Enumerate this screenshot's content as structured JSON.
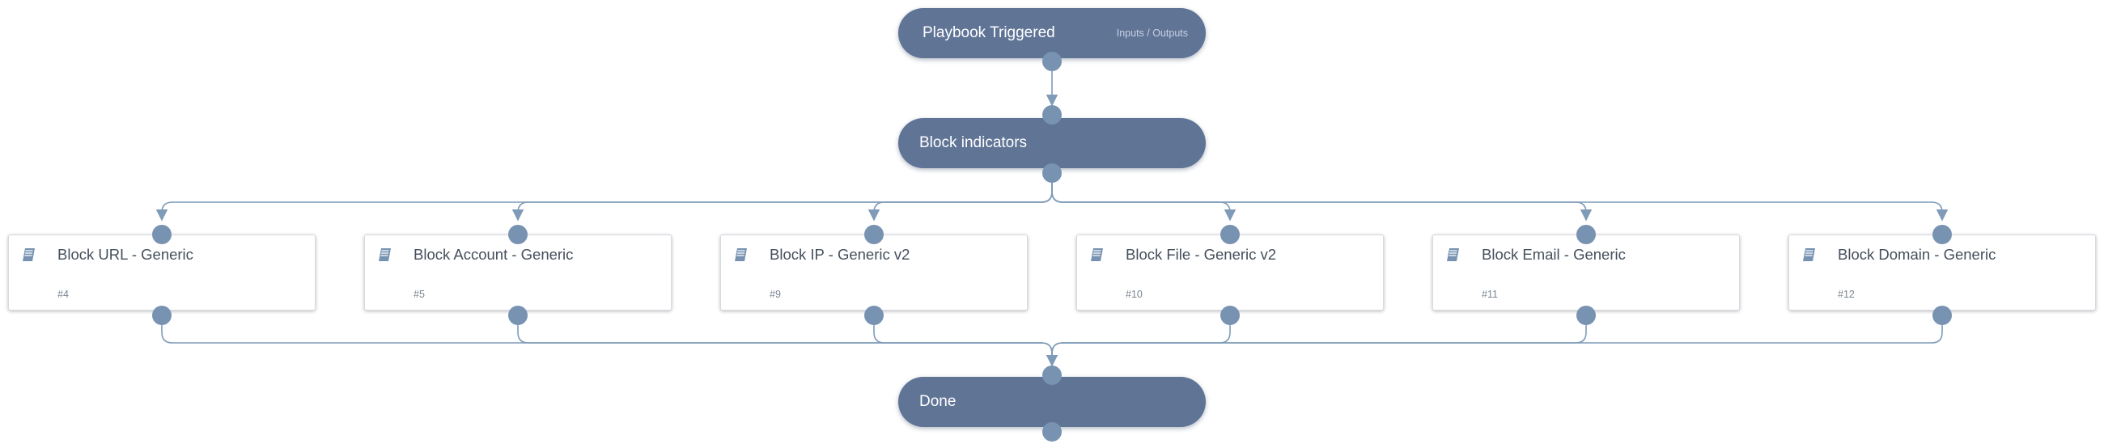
{
  "start": {
    "title": "Playbook Triggered",
    "io_link": "Inputs / Outputs"
  },
  "main_task": {
    "title": "Block indicators"
  },
  "tasks": [
    {
      "title": "Block URL - Generic",
      "id": "#4",
      "icon": "playbook-book-icon"
    },
    {
      "title": "Block Account - Generic",
      "id": "#5",
      "icon": "playbook-book-icon"
    },
    {
      "title": "Block IP - Generic v2",
      "id": "#9",
      "icon": "playbook-book-icon"
    },
    {
      "title": "Block File - Generic v2",
      "id": "#10",
      "icon": "playbook-book-icon"
    },
    {
      "title": "Block Email - Generic",
      "id": "#11",
      "icon": "playbook-book-icon"
    },
    {
      "title": "Block Domain - Generic",
      "id": "#12",
      "icon": "playbook-book-icon"
    }
  ],
  "end": {
    "title": "Done"
  },
  "colors": {
    "node_fill": "#607496",
    "port_fill": "#7893b2",
    "edge_stroke": "#7f9bb8",
    "card_border": "#d7dbe1"
  }
}
